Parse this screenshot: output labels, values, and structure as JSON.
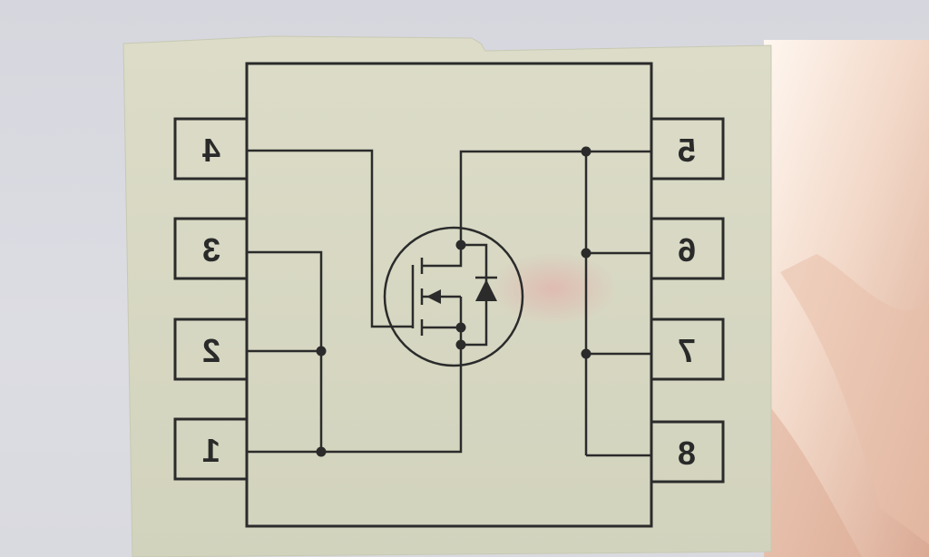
{
  "scene": {
    "background_color": "#d8d9df",
    "paper_color": "#d7d8c3",
    "ink_color": "#2b2b2b",
    "copper_color": "#e8c2ae",
    "mark_color": "#e9b0ae"
  },
  "pins": {
    "left": [
      "4",
      "3",
      "2",
      "1"
    ],
    "right": [
      "5",
      "6",
      "7",
      "8"
    ]
  },
  "symbol": "n-channel-mosfet-with-body-diode"
}
